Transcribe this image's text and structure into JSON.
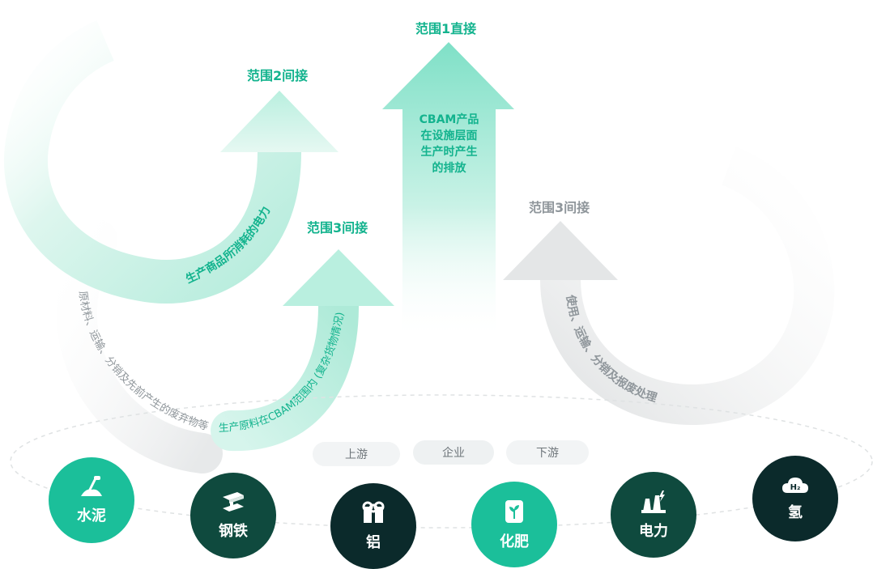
{
  "scopes": {
    "scope1_title": "范围1直接",
    "scope1_desc": [
      "CBAM产品",
      "在设施层面",
      "生产时产生",
      "的排放"
    ],
    "scope2_title": "范围2间接",
    "scope2_arc_text": "生产商品所消耗的电力",
    "scope3_up_title": "范围3间接",
    "scope3_up_arc_text": "生产原料在CBAM范围内 (复杂货物情况)",
    "scope3_up_gray_text": "原材料、运输、分销及先前产生的废弃物等",
    "scope3_down_title": "范围3间接",
    "scope3_down_arc_text": "使用、运输、分销及报废处理"
  },
  "stages": [
    "上游",
    "企业",
    "下游"
  ],
  "sectors": [
    {
      "label": "水泥",
      "icon": "cement-shovel-icon",
      "color": "#1bbf9a"
    },
    {
      "label": "钢铁",
      "icon": "steel-beam-icon",
      "color": "#0f4a3e"
    },
    {
      "label": "铝",
      "icon": "aluminium-rolls-icon",
      "color": "#0b2a2b"
    },
    {
      "label": "化肥",
      "icon": "fertilizer-bag-icon",
      "color": "#1bbf9a"
    },
    {
      "label": "电力",
      "icon": "power-plant-icon",
      "color": "#0f4a3e"
    },
    {
      "label": "氢",
      "icon": "hydrogen-cloud-icon",
      "color": "#0b2a2b"
    }
  ],
  "colors": {
    "green": "#13b38e",
    "gray": "#8f969b",
    "dark_teal": "#0f4a3e",
    "dark_navy": "#0b2a2b"
  }
}
